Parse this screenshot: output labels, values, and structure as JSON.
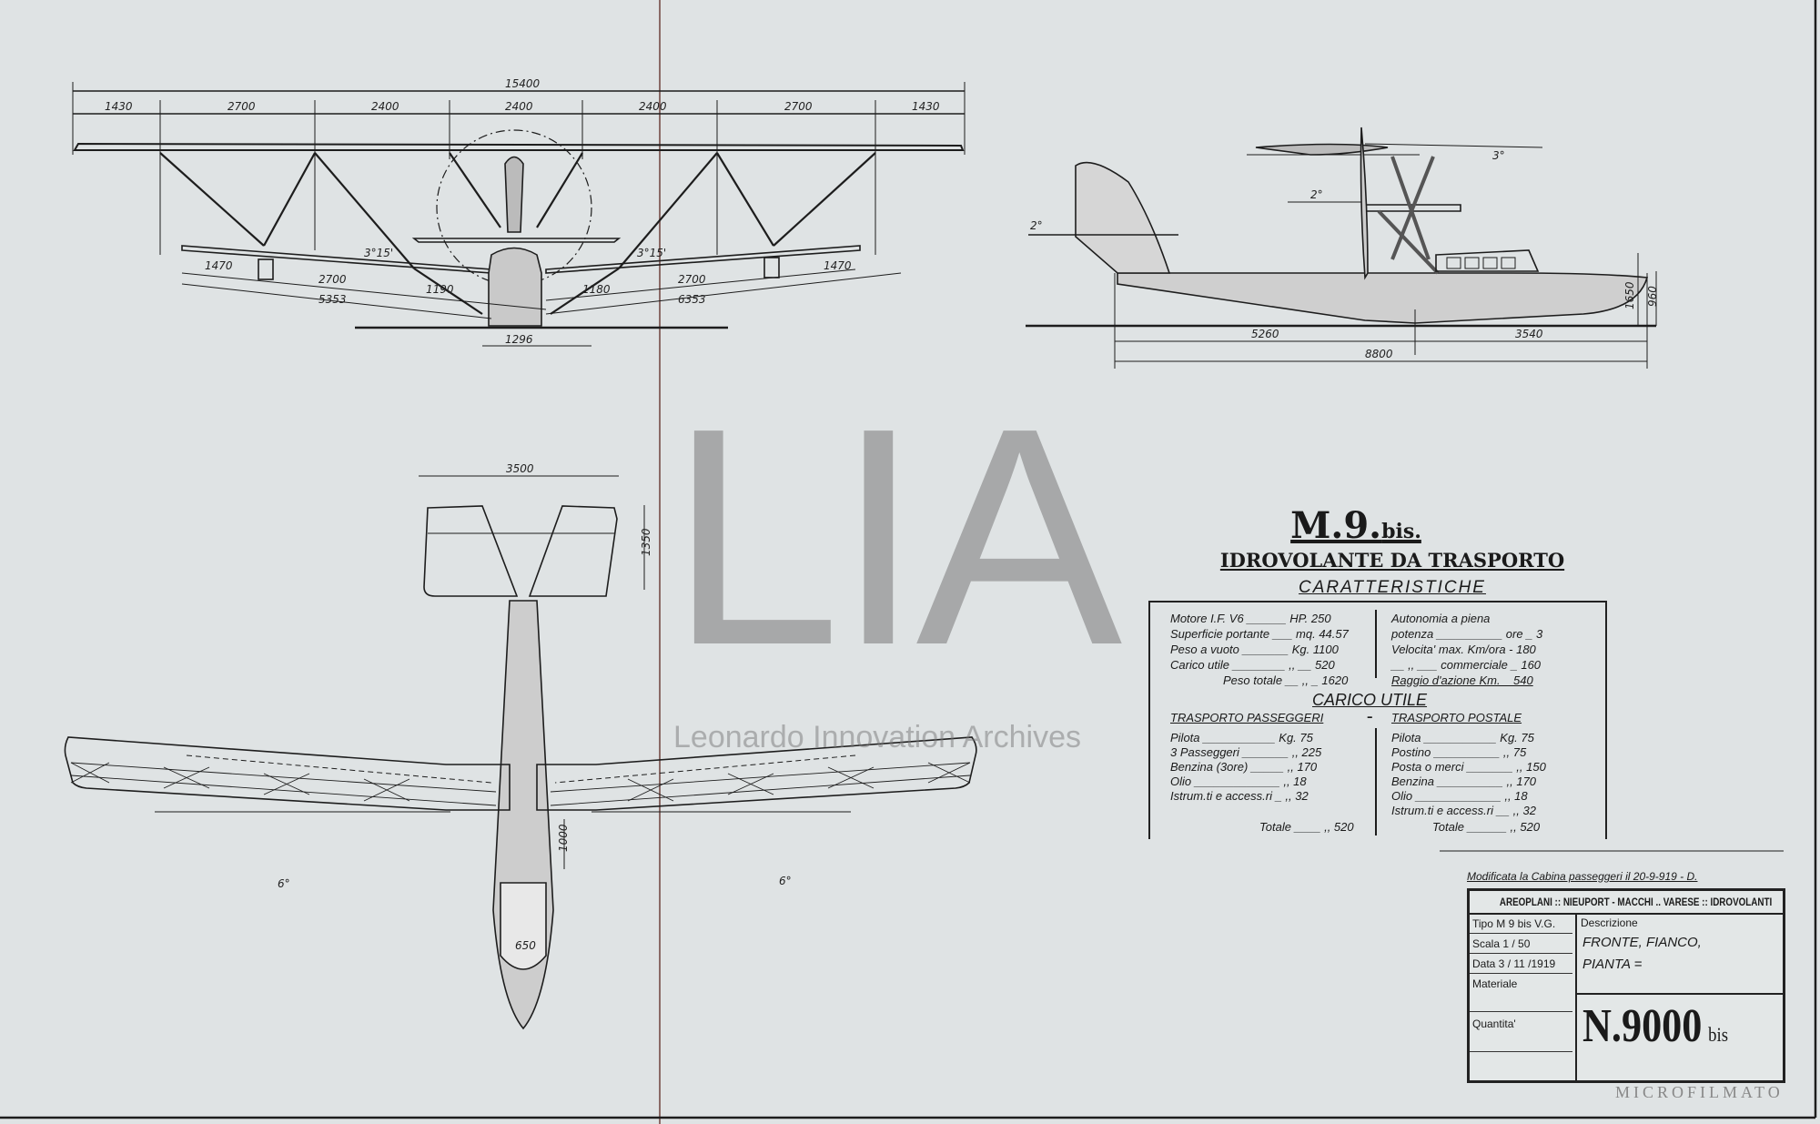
{
  "front_view": {
    "dimensions": {
      "total_span": "15400",
      "segments": [
        "1430",
        "2700",
        "2400",
        "2400",
        "2400",
        "2700",
        "1430"
      ],
      "lower_left": [
        "1470",
        "2700",
        "1190",
        "5353"
      ],
      "lower_right": [
        "1180",
        "2700",
        "1470",
        "6353"
      ],
      "dihedral_left": "3°15'",
      "dihedral_right": "3°15'",
      "hull_width": "1296"
    }
  },
  "side_view": {
    "dimensions": {
      "aft": "5260",
      "fwd": "3540",
      "length": "8800",
      "height_a": "1650",
      "height_b": "960",
      "angle_wing": "3°",
      "angle_lower": "2°",
      "angle_tail": "2°"
    }
  },
  "plan_view": {
    "dimensions": {
      "tail_span": "3500",
      "tail_chord": "1350",
      "sweep_left": "6°",
      "sweep_right": "6°",
      "cabin_len": "1000",
      "cabin_w": "650"
    }
  },
  "spec": {
    "title": "M.9.",
    "title_suffix": "bis.",
    "subtitle": "IDROVOLANTE DA TRASPORTO",
    "section": "CARATTERISTICHE",
    "left": [
      "Motore I.F. V6 ______ HP. 250",
      "Superficie portante ___ mq. 44.57",
      "Peso a vuoto _______ Kg. 1100",
      "Carico utile ________ ,, __ 520",
      "Peso totale __ ,, _ 1620"
    ],
    "right": [
      "Autonomia a piena",
      "potenza __________ ore _ 3",
      "Velocita' max. Km/ora - 180",
      "__ ,, ___ commerciale _ 160",
      "Raggio d'azione Km. _ 540"
    ],
    "carico_title": "CARICO UTILE",
    "passenger_title": "TRASPORTO PASSEGGERI",
    "dash": "–",
    "postal_title": "TRASPORTO POSTALE",
    "passenger_rows": [
      "Pilota ___________ Kg. 75",
      "3 Passeggeri _______ ,, 225",
      "Benzina (3ore) _____ ,, 170",
      "Olio _____________ ,, 18",
      "Istrum.ti e access.ri _ ,, 32",
      "Totale ____ ,, 520"
    ],
    "postal_rows": [
      "Pilota ___________ Kg. 75",
      "Postino __________ ,, 75",
      "Posta o merci _______ ,, 150",
      "Benzina __________ ,, 170",
      "Olio _____________ ,, 18",
      "Istrum.ti e access.ri __ ,, 32",
      "Totale ______ ,, 520"
    ]
  },
  "title_block": {
    "modification_note": "Modificata la Cabina passeggeri il 20-9-919 - D.",
    "header": "AREOPLANI :: NIEUPORT - MACCHI .. VARESE :: IDROVOLANTI",
    "tipo": "Tipo M 9 bis V.G.",
    "scala": "Scala 1 / 50",
    "data": "Data 3 / 11 /1919",
    "materiale": "Materiale",
    "quantita": "Quantita'",
    "descrizione_label": "Descrizione",
    "descrizione_1": "FRONTE, FIANCO,",
    "descrizione_2": "PIANTA =",
    "number": "N.9000",
    "number_suffix": "bis",
    "stamp": "MICROFILMATO"
  },
  "watermark": {
    "logo": "LIA",
    "text": "Leonardo Innovation Archives"
  }
}
